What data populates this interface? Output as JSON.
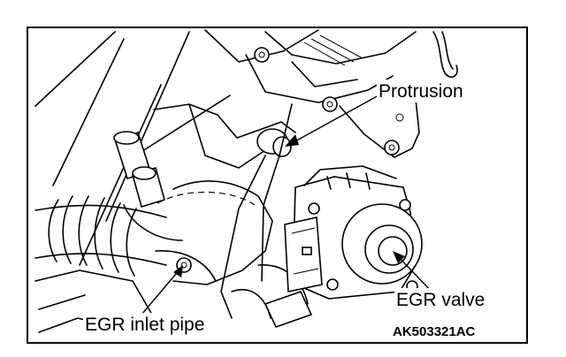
{
  "labels": {
    "protrusion": "Protrusion",
    "egr_valve": "EGR valve",
    "egr_inlet_pipe": "EGR inlet pipe"
  },
  "figure_code": "AK503321AC"
}
